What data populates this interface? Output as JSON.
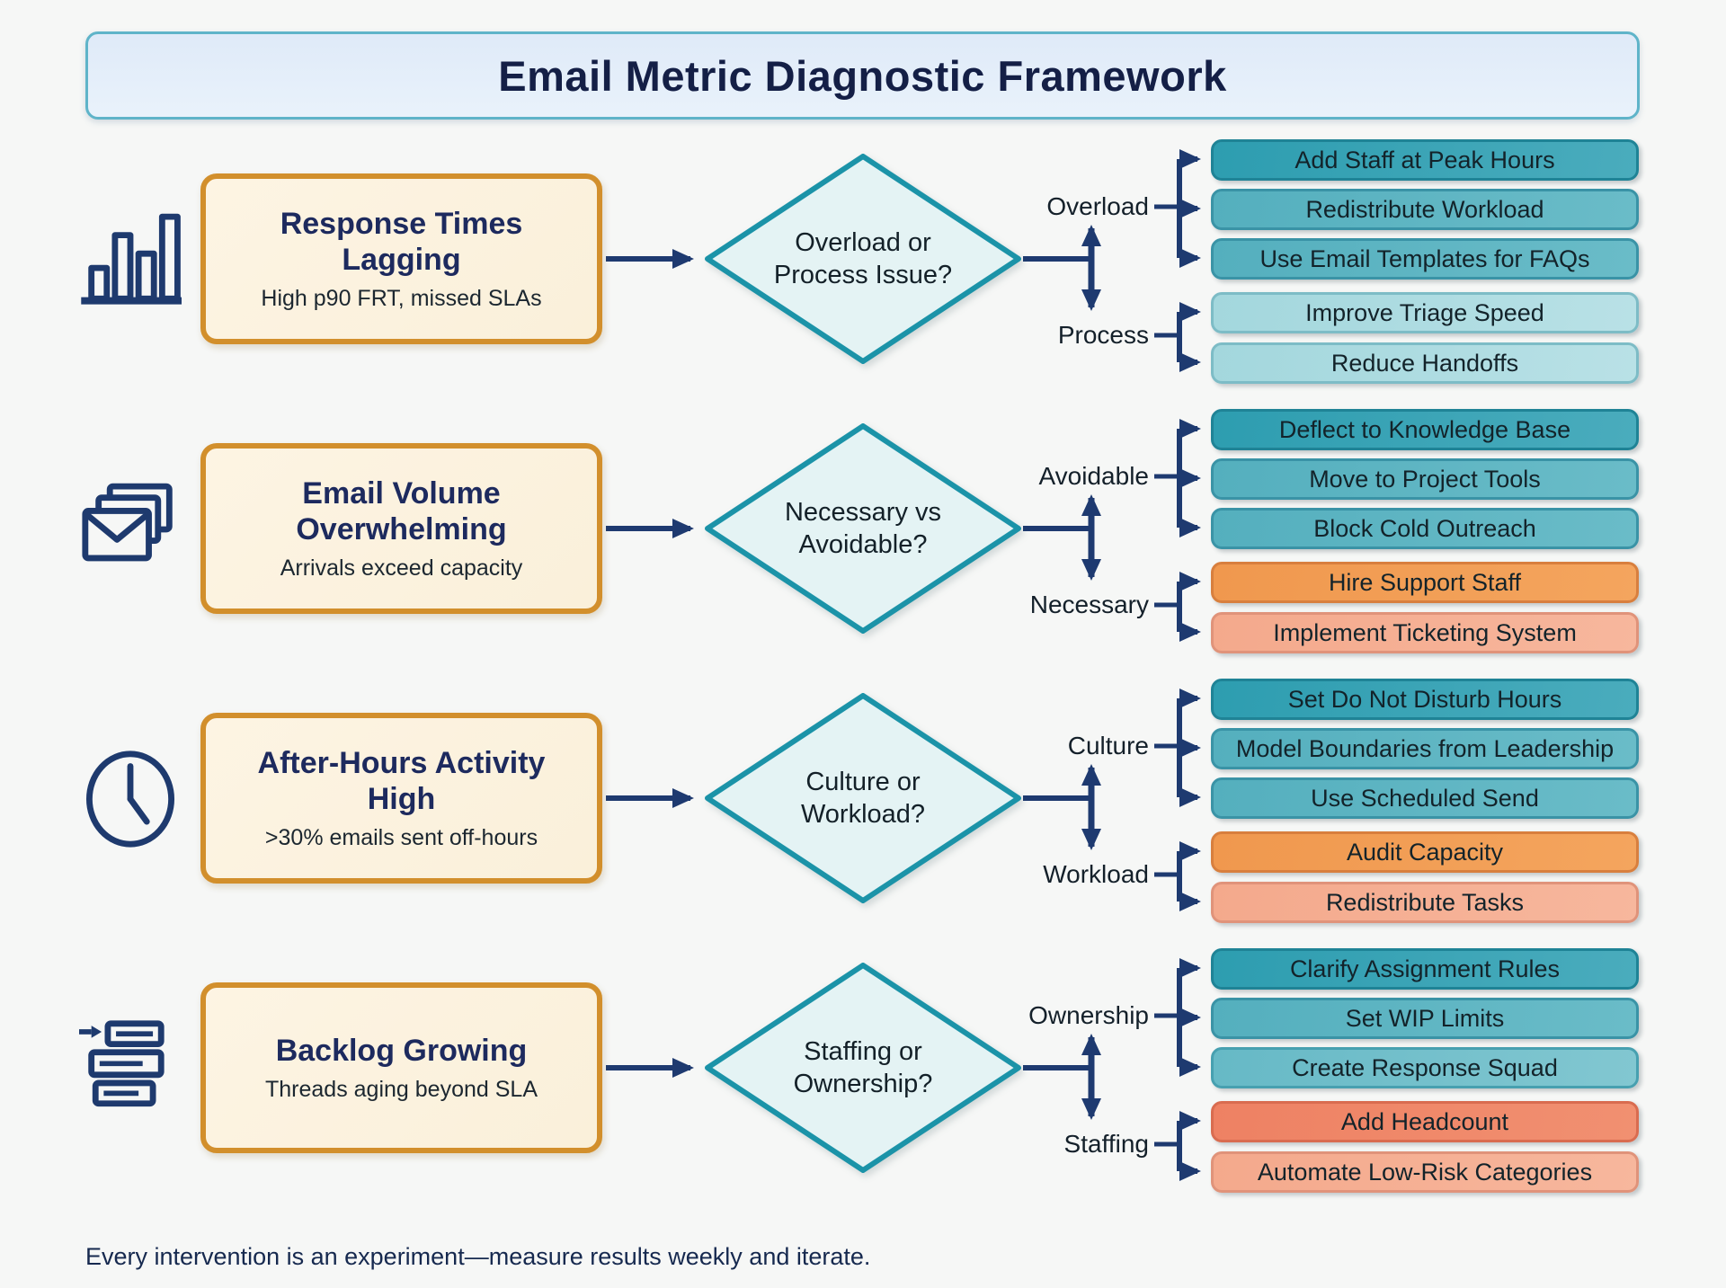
{
  "title": "Email Metric Diagnostic Framework",
  "footer": "Every intervention is an experiment—measure results weekly and iterate.",
  "palette": {
    "connector_navy": "#1e3a70",
    "diamond_fill": "#e4f3f4",
    "diamond_border": "#1b93a8",
    "problem_fill": "#fdf3e1",
    "problem_border": "#d28f2c",
    "banner_fill": "#e2edf9",
    "banner_border": "#5fb4c9",
    "teal_dark": "#2d9db0",
    "teal_medium": "#54afbe",
    "teal_soft": "#66b9c6",
    "teal_light": "#a3d7dd",
    "orange": "#f0984e",
    "salmon": "#f4a98c",
    "red_orange": "#ee8163"
  },
  "rows": [
    {
      "icon": "bar-chart-icon",
      "problem": {
        "title": "Response Times Lagging",
        "subtitle": "High p90 FRT, missed SLAs"
      },
      "decision": "Overload or Process Issue?",
      "branch_top": "Overload",
      "branch_bottom": "Process",
      "actions": [
        {
          "label": "Add Staff at Peak Hours",
          "tone": "teal-dark"
        },
        {
          "label": "Redistribute Workload",
          "tone": "teal-medium"
        },
        {
          "label": "Use Email Templates for FAQs",
          "tone": "teal-medium"
        },
        {
          "label": "Improve Triage Speed",
          "tone": "teal-light"
        },
        {
          "label": "Reduce Handoffs",
          "tone": "teal-light"
        }
      ]
    },
    {
      "icon": "envelopes-icon",
      "problem": {
        "title": "Email Volume Overwhelming",
        "subtitle": "Arrivals exceed capacity"
      },
      "decision": "Necessary vs Avoidable?",
      "branch_top": "Avoidable",
      "branch_bottom": "Necessary",
      "actions": [
        {
          "label": "Deflect to Knowledge Base",
          "tone": "teal-dark"
        },
        {
          "label": "Move to Project Tools",
          "tone": "teal-medium"
        },
        {
          "label": "Block Cold Outreach",
          "tone": "teal-medium"
        },
        {
          "label": "Hire Support Staff",
          "tone": "orange"
        },
        {
          "label": "Implement Ticketing System",
          "tone": "salmon"
        }
      ]
    },
    {
      "icon": "clock-icon",
      "problem": {
        "title": "After-Hours Activity High",
        "subtitle": ">30% emails sent off-hours"
      },
      "decision": "Culture or Workload?",
      "branch_top": "Culture",
      "branch_bottom": "Workload",
      "actions": [
        {
          "label": "Set Do Not Disturb Hours",
          "tone": "teal-dark"
        },
        {
          "label": "Model Boundaries from Leadership",
          "tone": "teal-medium"
        },
        {
          "label": "Use Scheduled Send",
          "tone": "teal-medium"
        },
        {
          "label": "Audit Capacity",
          "tone": "orange"
        },
        {
          "label": "Redistribute Tasks",
          "tone": "salmon"
        }
      ]
    },
    {
      "icon": "backlog-icon",
      "problem": {
        "title": "Backlog Growing",
        "subtitle": "Threads aging beyond SLA"
      },
      "decision": "Staffing or Ownership?",
      "branch_top": "Ownership",
      "branch_bottom": "Staffing",
      "actions": [
        {
          "label": "Clarify Assignment Rules",
          "tone": "teal-dark"
        },
        {
          "label": "Set WIP Limits",
          "tone": "teal-medium"
        },
        {
          "label": "Create Response Squad",
          "tone": "teal-soft"
        },
        {
          "label": "Add Headcount",
          "tone": "red"
        },
        {
          "label": "Automate Low-Risk Categories",
          "tone": "salmon"
        }
      ]
    }
  ]
}
